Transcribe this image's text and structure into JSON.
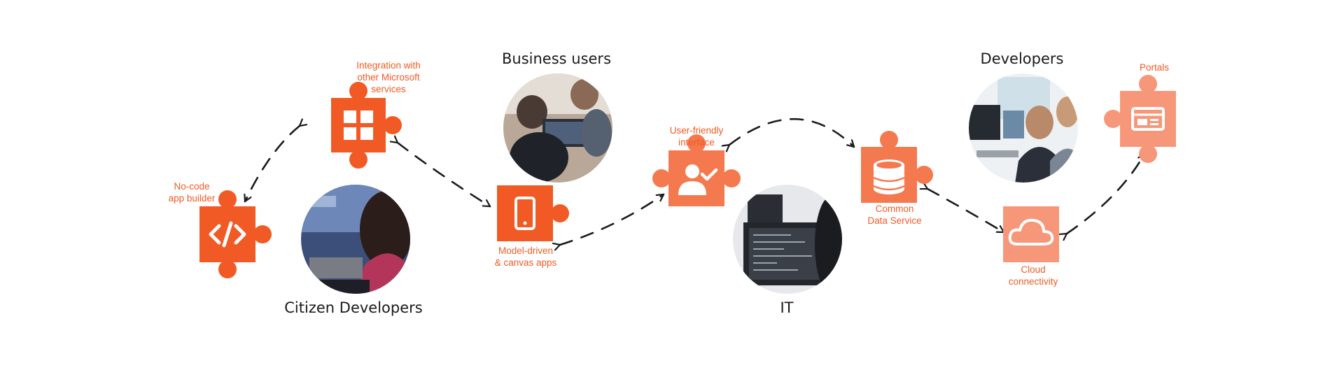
{
  "colors": {
    "dark": "#f15a24",
    "mid": "#f5794e",
    "light": "#f7977a",
    "label": "#f15a24",
    "arrow": "#1a1a1a"
  },
  "personas": {
    "citizen_developers": "Citizen Developers",
    "business_users": "Business users",
    "it": "IT",
    "developers": "Developers"
  },
  "pieces": {
    "no_code": {
      "label_lines": [
        "No-code",
        "app builder"
      ],
      "icon": "code-brackets-icon"
    },
    "integration": {
      "label_lines": [
        "Integration with",
        "other Microsoft",
        "services"
      ],
      "icon": "windows-logo-icon"
    },
    "model_driven": {
      "label_lines": [
        "Model-driven",
        "& canvas apps"
      ],
      "icon": "smartphone-icon"
    },
    "user_friendly": {
      "label_lines": [
        "User-friendly",
        "interface"
      ],
      "icon": "user-check-icon"
    },
    "cds": {
      "label_lines": [
        "Common",
        "Data Service"
      ],
      "icon": "database-icon"
    },
    "cloud": {
      "label_lines": [
        "Cloud",
        "connectivity"
      ],
      "icon": "cloud-icon"
    },
    "portals": {
      "label_lines": [
        "Portals"
      ],
      "icon": "web-page-icon"
    }
  }
}
